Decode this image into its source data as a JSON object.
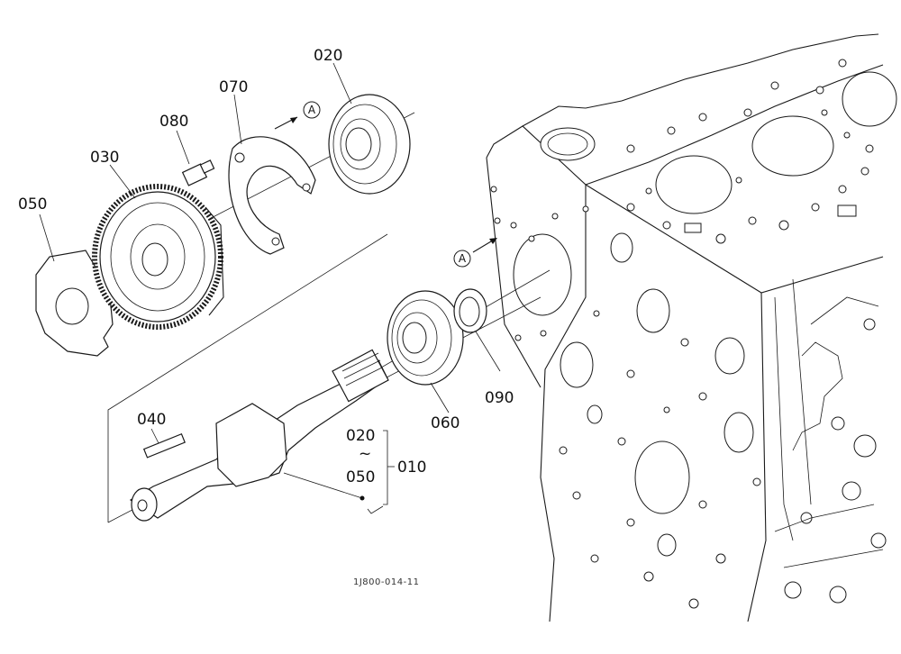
{
  "callouts": {
    "p010": "010",
    "p020": "020",
    "p030": "030",
    "p040": "040",
    "p050": "050",
    "p060": "060",
    "p070": "070",
    "p080": "080",
    "p090": "090"
  },
  "range": {
    "from": "020",
    "tilde": "~",
    "to": "050"
  },
  "refs": {
    "top": "A",
    "mid": "A"
  },
  "caption": "1J800-014-11"
}
